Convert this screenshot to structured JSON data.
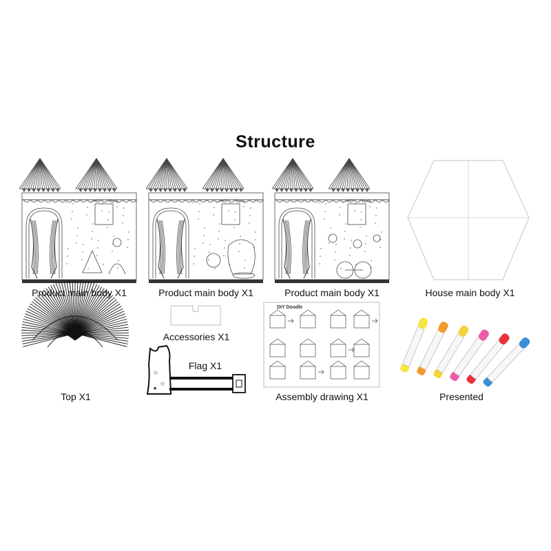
{
  "title": "Structure",
  "items": [
    {
      "label": "Product main body X1"
    },
    {
      "label": "Product main body X1"
    },
    {
      "label": "Product main body X1"
    },
    {
      "label": "House main body X1"
    },
    {
      "label": "Top X1"
    },
    {
      "label": "Accessories X1"
    },
    {
      "label": "Flag X1"
    },
    {
      "label": "Assembly drawing X1"
    },
    {
      "label": "Presented"
    }
  ],
  "assembly_sheet": {
    "heading": "DIY Doodle"
  },
  "marker_colors": [
    "#f5e642",
    "#f39a2e",
    "#f3d33a",
    "#ee5aa8",
    "#e8333a",
    "#3a8fd6"
  ]
}
